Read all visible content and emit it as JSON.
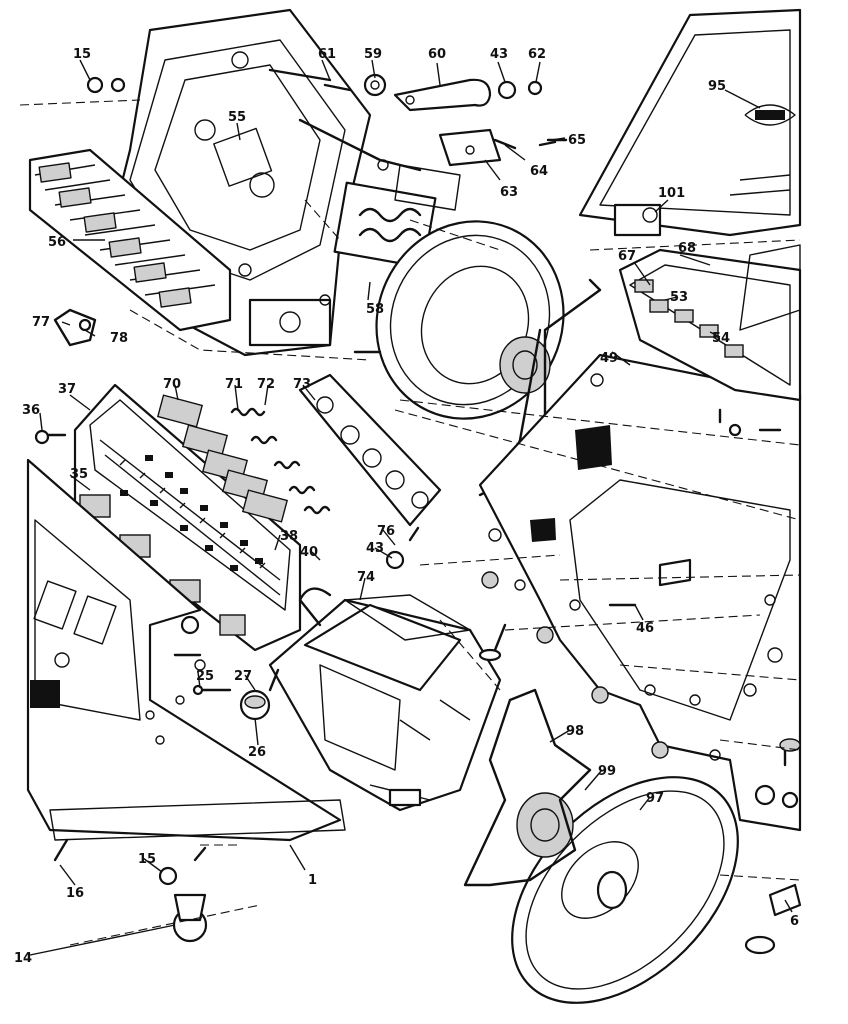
{
  "diagram": {
    "part_labels": [
      "15",
      "61",
      "59",
      "60",
      "43",
      "62",
      "95",
      "55",
      "65",
      "64",
      "63",
      "101",
      "56",
      "67",
      "68",
      "53",
      "58",
      "54",
      "77",
      "78",
      "49",
      "37",
      "70",
      "71",
      "72",
      "73",
      "36",
      "35",
      "38",
      "40",
      "76",
      "43",
      "74",
      "46",
      "25",
      "27",
      "26",
      "98",
      "99",
      "97",
      "15",
      "16",
      "1",
      "14",
      "6"
    ]
  }
}
